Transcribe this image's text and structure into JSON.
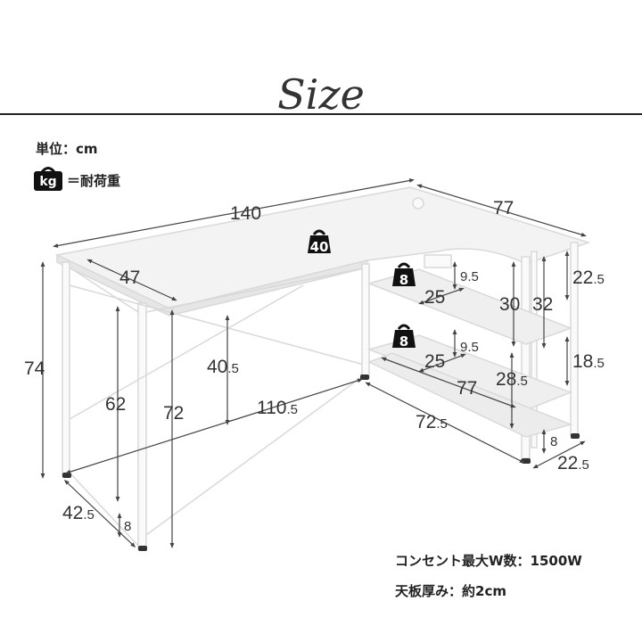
{
  "title": "Size",
  "legend": {
    "unit_text": "単位：cm",
    "kg_badge": "kg",
    "kg_meaning": "＝耐荷重"
  },
  "loads": {
    "desk_top": "40",
    "shelf_upper": "8",
    "shelf_lower": "8"
  },
  "dimensions": {
    "width_total": {
      "main": "140",
      "small": ""
    },
    "depth_right": {
      "main": "77",
      "small": ""
    },
    "depth_left": {
      "main": "47",
      "small": ""
    },
    "height_total": {
      "main": "74",
      "small": ""
    },
    "height_under": {
      "main": "62",
      "small": ""
    },
    "height_front": {
      "main": "72",
      "small": ""
    },
    "height_crossbar": {
      "main": "40",
      "small": ".5"
    },
    "width_inner": {
      "main": "110",
      "small": ".5"
    },
    "leg_depth": {
      "main": "42",
      "small": ".5"
    },
    "foot_height_left": {
      "main": "8",
      "small": ""
    },
    "shelf_gap_top": {
      "main": "9",
      "small": ".5"
    },
    "shelf_depth_top": {
      "main": "25",
      "small": ""
    },
    "shelf_height_upper": {
      "main": "30",
      "small": ""
    },
    "shelf_height_total_upper": {
      "main": "32",
      "small": ""
    },
    "shelf_column_top": {
      "main": "22",
      "small": ".5"
    },
    "shelf_gap_mid": {
      "main": "9",
      "small": ".5"
    },
    "shelf_depth_mid": {
      "main": "25",
      "small": ""
    },
    "shelf_width_mid": {
      "main": "77",
      "small": ""
    },
    "shelf_height_lower": {
      "main": "28",
      "small": ".5"
    },
    "shelf_column_mid": {
      "main": "18",
      "small": ".5"
    },
    "shelf_width_bottom": {
      "main": "72",
      "small": ".5"
    },
    "foot_height_right": {
      "main": "8",
      "small": ""
    },
    "shelf_column_bottom": {
      "main": "22",
      "small": ".5"
    }
  },
  "notes": {
    "outlet": "コンセント最大W数：1500W",
    "thickness": "天板厚み：約2cm"
  }
}
